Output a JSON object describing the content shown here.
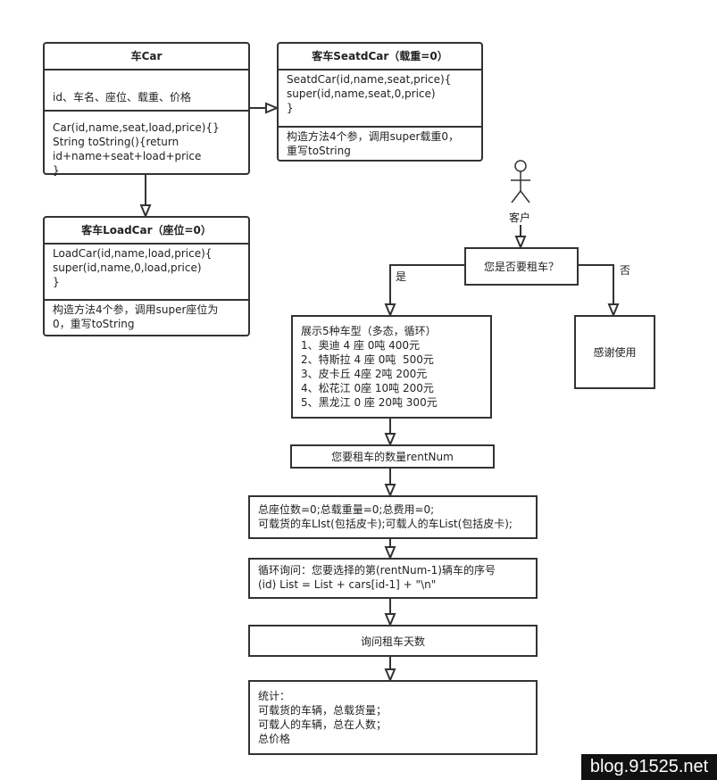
{
  "car": {
    "title": "车Car",
    "fields": "id、车名、座位、载重、价格",
    "methods": "Car(id,name,seat,load,price){}\nString toString(){return\nid+name+seat+load+price\n}"
  },
  "seatd": {
    "title": "客车SeatdCar（载重=0）",
    "code": "SeatdCar(id,name,seat,price){\nsuper(id,name,seat,0,price)\n}",
    "note": "构造方法4个参，调用super载重0，\n重写toString"
  },
  "load": {
    "title": "客车LoadCar（座位=0）",
    "code": "LoadCar(id,name,load,price){\nsuper(id,name,0,load,price)\n}",
    "note": "构造方法4个参，调用super座位为\n0，重写toString"
  },
  "flow": {
    "actor": "客户",
    "decision": "您是否要租车？",
    "yes": "是",
    "no": "否",
    "thanks": "感谢使用",
    "show": "展示5种车型（多态，循环）\n1、奥迪 4 座 0吨 400元\n2、特斯拉 4 座 0吨  500元\n3、皮卡丘 4座 2吨 200元\n4、松花江 0座 10吨 200元\n5、黑龙江 0 座 20吨 300元",
    "rentnum": "您要租车的数量rentNum",
    "init": "总座位数=0;总载重量=0;总费用=0;\n可载货的车LIst(包括皮卡);可载人的车List(包括皮卡);",
    "loop": "循环询问：您要选择的第(rentNum-1)辆车的序号\n(id) List = List + cars[id-1] + \"\\n\"",
    "days": "询问租车天数",
    "stats": "统计：\n可载货的车辆，总载货量；\n可载人的车辆，总在人数；\n总价格"
  },
  "watermark": "blog.91525.net"
}
